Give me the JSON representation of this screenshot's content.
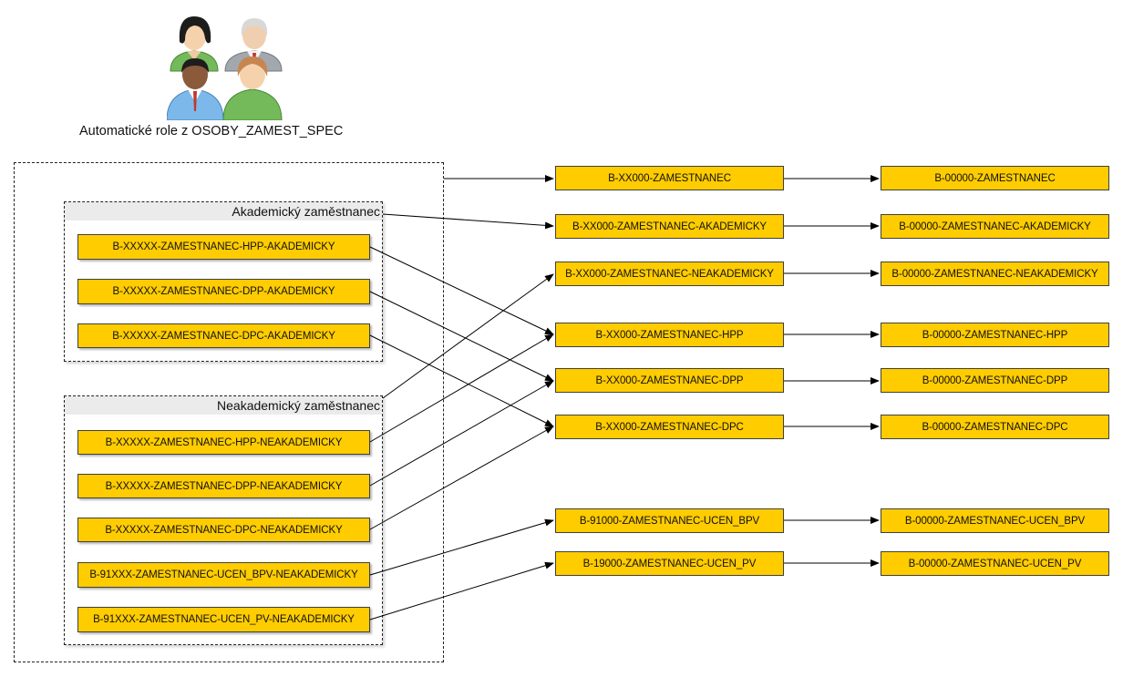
{
  "caption": "Automatické role z OSOBY_ZAMEST_SPEC",
  "icon": "people-group-icon",
  "fill_color": "#ffcc00",
  "groups": {
    "academic": {
      "title": "Akademický zaměstnanec",
      "roles": [
        "B-XXXXX-ZAMESTNANEC-HPP-AKADEMICKY",
        "B-XXXXX-ZAMESTNANEC-DPP-AKADEMICKY",
        "B-XXXXX-ZAMESTNANEC-DPC-AKADEMICKY"
      ]
    },
    "nonacademic": {
      "title": "Neakademický zaměstnanec",
      "roles": [
        "B-XXXXX-ZAMESTNANEC-HPP-NEAKADEMICKY",
        "B-XXXXX-ZAMESTNANEC-DPP-NEAKADEMICKY",
        "B-XXXXX-ZAMESTNANEC-DPC-NEAKADEMICKY",
        "B-91XXX-ZAMESTNANEC-UCEN_BPV-NEAKADEMICKY",
        "B-91XXX-ZAMESTNANEC-UCEN_PV-NEAKADEMICKY"
      ]
    }
  },
  "middle": [
    "B-XX000-ZAMESTNANEC",
    "B-XX000-ZAMESTNANEC-AKADEMICKY",
    "B-XX000-ZAMESTNANEC-NEAKADEMICKY",
    "B-XX000-ZAMESTNANEC-HPP",
    "B-XX000-ZAMESTNANEC-DPP",
    "B-XX000-ZAMESTNANEC-DPC",
    "B-91000-ZAMESTNANEC-UCEN_BPV",
    "B-19000-ZAMESTNANEC-UCEN_PV"
  ],
  "right": [
    "B-00000-ZAMESTNANEC",
    "B-00000-ZAMESTNANEC-AKADEMICKY",
    "B-00000-ZAMESTNANEC-NEAKADEMICKY",
    "B-00000-ZAMESTNANEC-HPP",
    "B-00000-ZAMESTNANEC-DPP",
    "B-00000-ZAMESTNANEC-DPC",
    "B-00000-ZAMESTNANEC-UCEN_BPV",
    "B-00000-ZAMESTNANEC-UCEN_PV"
  ]
}
